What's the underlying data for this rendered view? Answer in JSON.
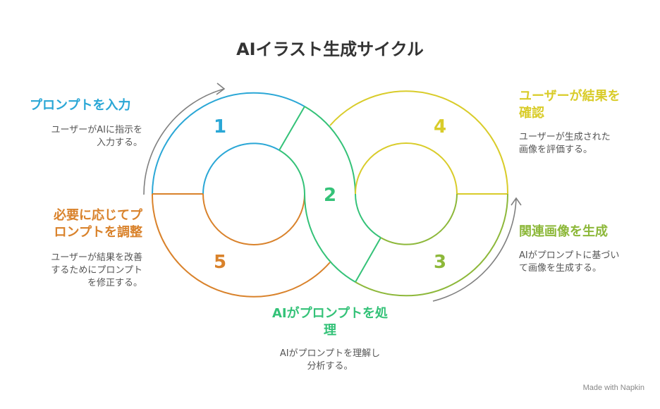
{
  "title": "AIイラスト生成サイクル",
  "colors": {
    "blue": "#2AA7D6",
    "green": "#34C278",
    "olive": "#8DB83A",
    "yellow": "#D9CC2A",
    "orange": "#D9822B",
    "arrow": "#808080"
  },
  "numbers": [
    "1",
    "2",
    "3",
    "4",
    "5"
  ],
  "steps": [
    {
      "title": "プロンプトを入力",
      "desc": [
        "ユーザーがAIに指示を",
        "入力する。"
      ]
    },
    {
      "title": [
        "AIがプロンプトを処",
        "理"
      ],
      "desc": [
        "AIがプロンプトを理解し",
        "分析する。"
      ]
    },
    {
      "title": "関連画像を生成",
      "desc": [
        "AIがプロンプトに基づい",
        "て画像を生成する。"
      ]
    },
    {
      "title": [
        "ユーザーが結果を",
        "確認"
      ],
      "desc": [
        "ユーザーが生成された",
        "画像を評価する。"
      ]
    },
    {
      "title": [
        "必要に応じてプ",
        "ロンプトを調整"
      ],
      "desc": [
        "ユーザーが結果を改善",
        "するためにプロンプト",
        "を修正する。"
      ]
    }
  ],
  "credit": "Made with  Napkin"
}
